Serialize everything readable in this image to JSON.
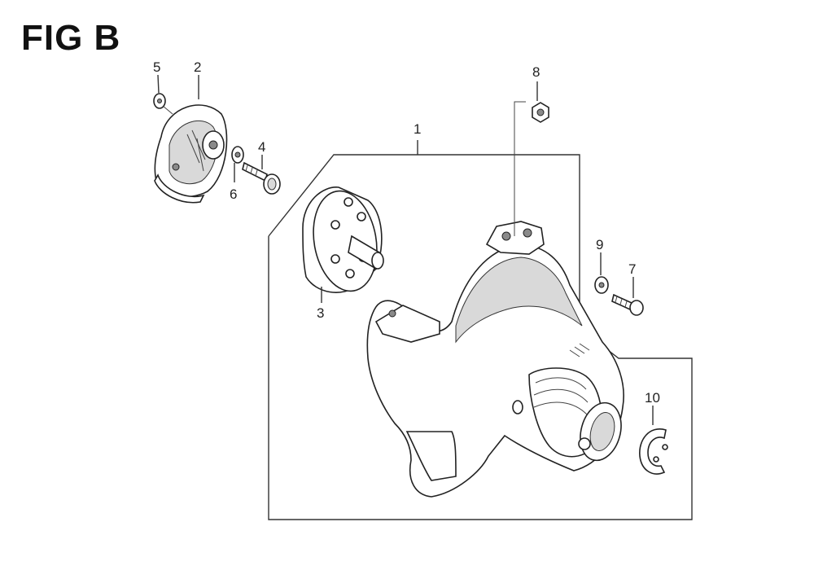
{
  "figure": {
    "title": "FIG B"
  },
  "callouts": [
    {
      "id": "1",
      "label": "1"
    },
    {
      "id": "2",
      "label": "2"
    },
    {
      "id": "3",
      "label": "3"
    },
    {
      "id": "4",
      "label": "4"
    },
    {
      "id": "5",
      "label": "5"
    },
    {
      "id": "6",
      "label": "6"
    },
    {
      "id": "7",
      "label": "7"
    },
    {
      "id": "8",
      "label": "8"
    },
    {
      "id": "9",
      "label": "9"
    },
    {
      "id": "10",
      "label": "10"
    }
  ]
}
